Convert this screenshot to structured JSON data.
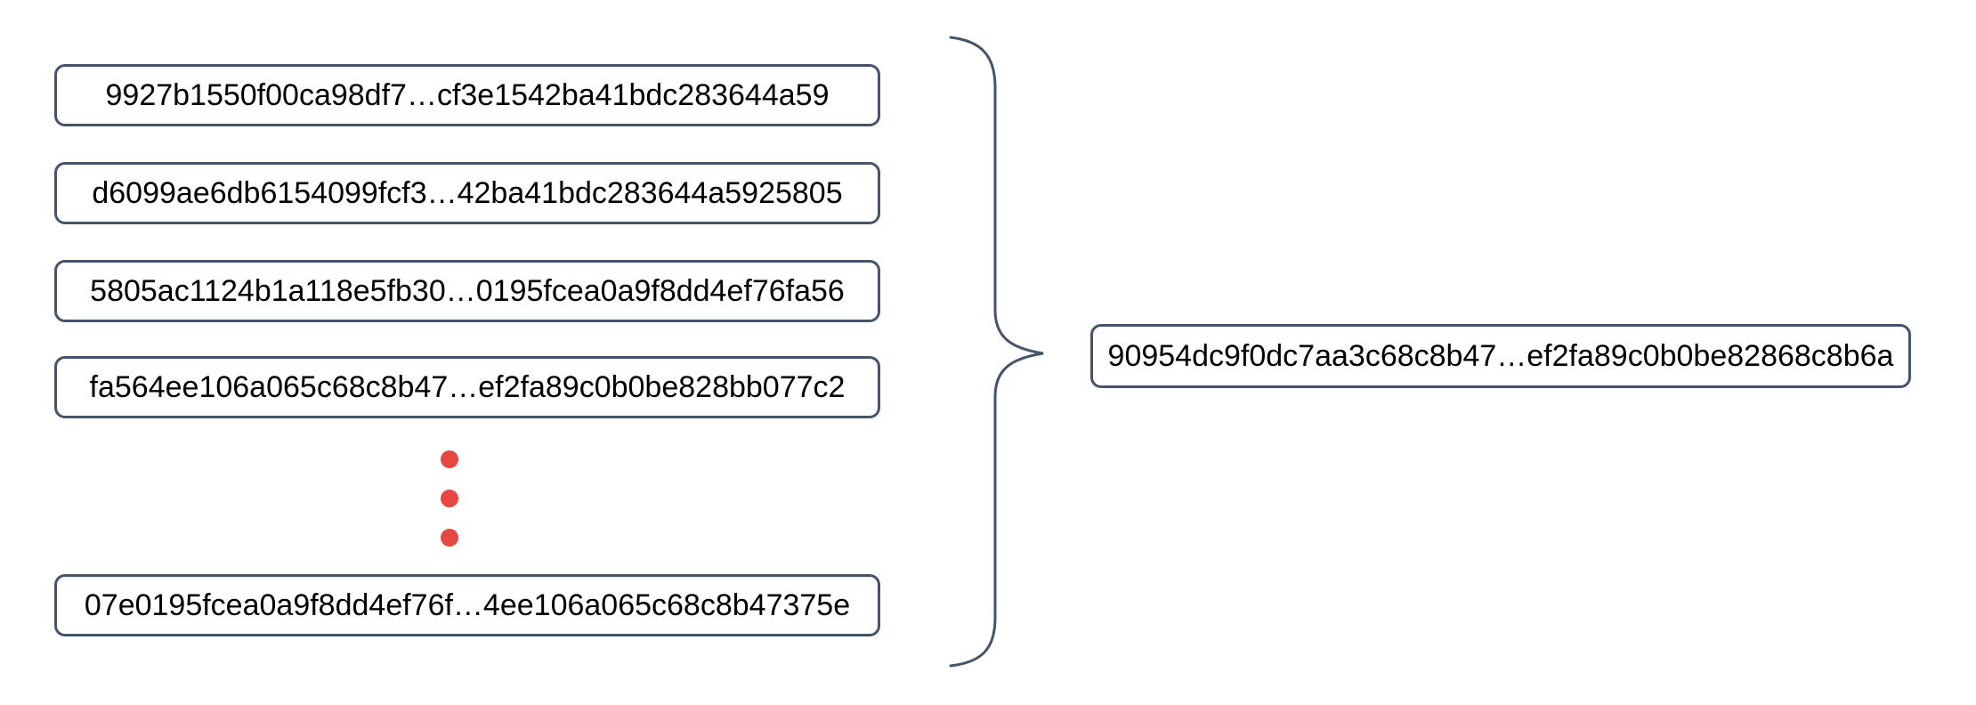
{
  "colors": {
    "outline": "#44546a",
    "dot_red": "#e64741",
    "text": "#000000",
    "background": "#ffffff"
  },
  "left_column": {
    "hashes": [
      "9927b1550f00ca98df7…cf3e1542ba41bdc283644a59",
      "d6099ae6db6154099fcf3…42ba41bdc283644a5925805",
      "5805ac1124b1a118e5fb30…0195fcea0a9f8dd4ef76fa56",
      "fa564ee106a065c68c8b47…ef2fa89c0b0be828bb077c2",
      "07e0195fcea0a9f8dd4ef76f…4ee106a065c68c8b47375e"
    ]
  },
  "ellipsis": {
    "dot_count": 3
  },
  "brace": {
    "color": "#44546a"
  },
  "output": {
    "hash": "90954dc9f0dc7aa3c68c8b47…ef2fa89c0b0be82868c8b6a"
  }
}
